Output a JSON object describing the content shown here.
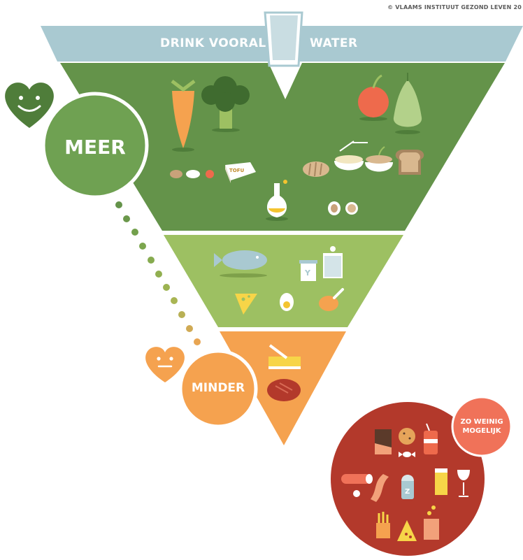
{
  "copyright": "© VLAAMS INSTITUUT GEZOND LEVEN 20",
  "water_band": {
    "left_text": "DRINK VOORAL",
    "right_text": "WATER"
  },
  "meer_label": "MEER",
  "minder_label": "MINDER",
  "zo_weinig_label_line1": "ZO WEINIG",
  "zo_weinig_label_line2": "MOGELIJK",
  "tofu_label": "TOFU",
  "colors": {
    "water_band": "#a9c9d1",
    "dark_green": "#64934a",
    "light_green": "#9dc062",
    "orange": "#f5a24f",
    "dark_red": "#b3392b",
    "salmon": "#f07259"
  }
}
